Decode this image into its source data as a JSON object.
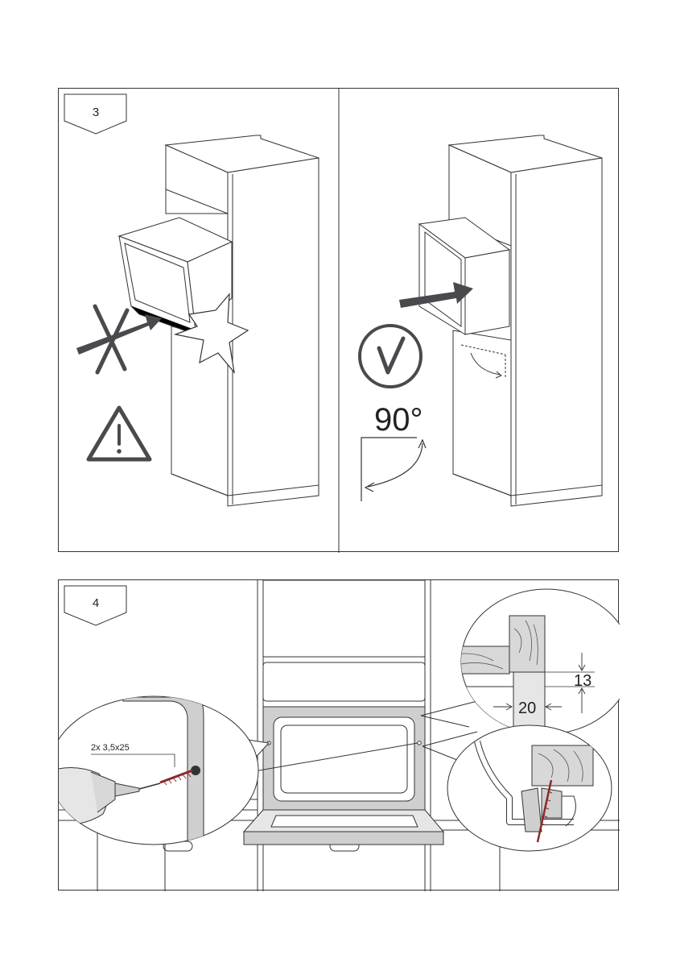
{
  "steps": {
    "step3": {
      "number": "3",
      "angle_label": "90°"
    },
    "step4": {
      "number": "4",
      "screw_label": "2x 3,5x25",
      "dim_vertical": "13",
      "dim_horizontal": "20"
    }
  },
  "icons": {
    "wrong_mark": "cross-icon",
    "warning": "warning-triangle-icon",
    "correct_mark": "checkmark-icon",
    "collision": "collision-burst-icon"
  },
  "colors": {
    "line": "#333333",
    "arrow": "#4a4a4e",
    "wood": "#d8d8d8",
    "grey_fill": "#cfcfcf",
    "screw": "#8a2a2a"
  }
}
